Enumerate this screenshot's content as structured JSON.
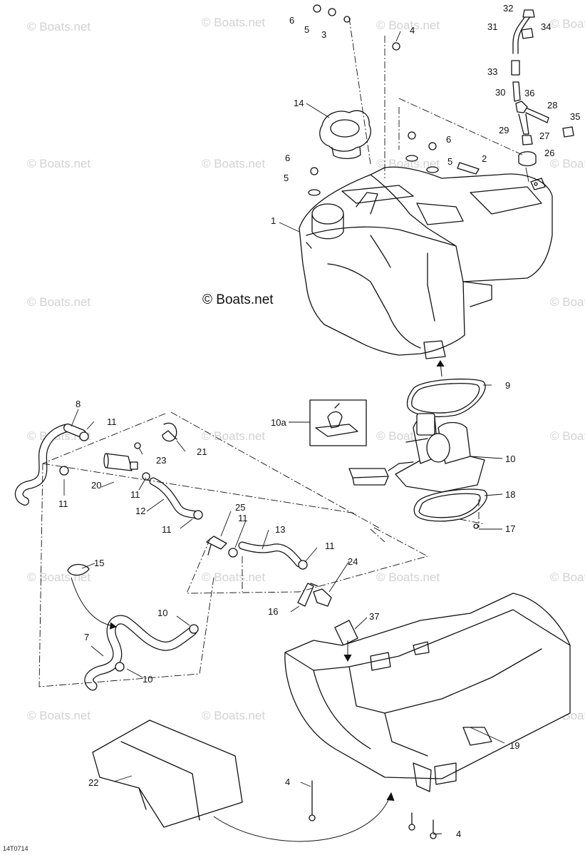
{
  "watermark": "© Boats.net",
  "copyright": "© Boats.net",
  "diagram_code": "14T0714",
  "callouts": {
    "p1": "1",
    "p2": "2",
    "p3": "3",
    "p4a": "4",
    "p4b": "4",
    "p4c": "4",
    "p5a": "5",
    "p5b": "5",
    "p5c": "5",
    "p6a": "6",
    "p6b": "6",
    "p6c": "6",
    "p7": "7",
    "p8": "8",
    "p9": "9",
    "p10a": "10",
    "p10b": "10",
    "p10c": "10",
    "p10d": "10a",
    "p11a": "11",
    "p11b": "11",
    "p11c": "11",
    "p11d": "11",
    "p11e": "11",
    "p11f": "11",
    "p12": "12",
    "p13": "13",
    "p14": "14",
    "p15": "15",
    "p16": "16",
    "p17": "17",
    "p18": "18",
    "p19": "19",
    "p20": "20",
    "p21": "21",
    "p22": "22",
    "p23": "23",
    "p24": "24",
    "p25": "25",
    "p26": "26",
    "p27": "27",
    "p28": "28",
    "p29": "29",
    "p30": "30",
    "p31": "31",
    "p32": "32",
    "p33": "33",
    "p34": "34",
    "p35": "35",
    "p36": "36",
    "p37": "37"
  }
}
